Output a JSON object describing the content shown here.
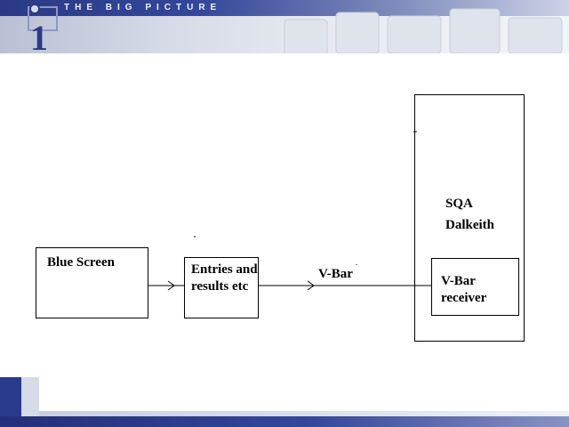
{
  "header": {
    "title": "THE BIG PICTURE",
    "logo_text": "1",
    "colors": {
      "band": "#2a3a86",
      "accent": "#34479a"
    }
  },
  "diagram": {
    "blue_screen": {
      "label": "Blue Screen"
    },
    "entries": {
      "label": "Entries and results etc"
    },
    "link": {
      "label": "V-Bar"
    },
    "sqa": {
      "line1": "SQA",
      "line2": "Dalkeith"
    },
    "receiver": {
      "label": "V-Bar receiver"
    }
  }
}
